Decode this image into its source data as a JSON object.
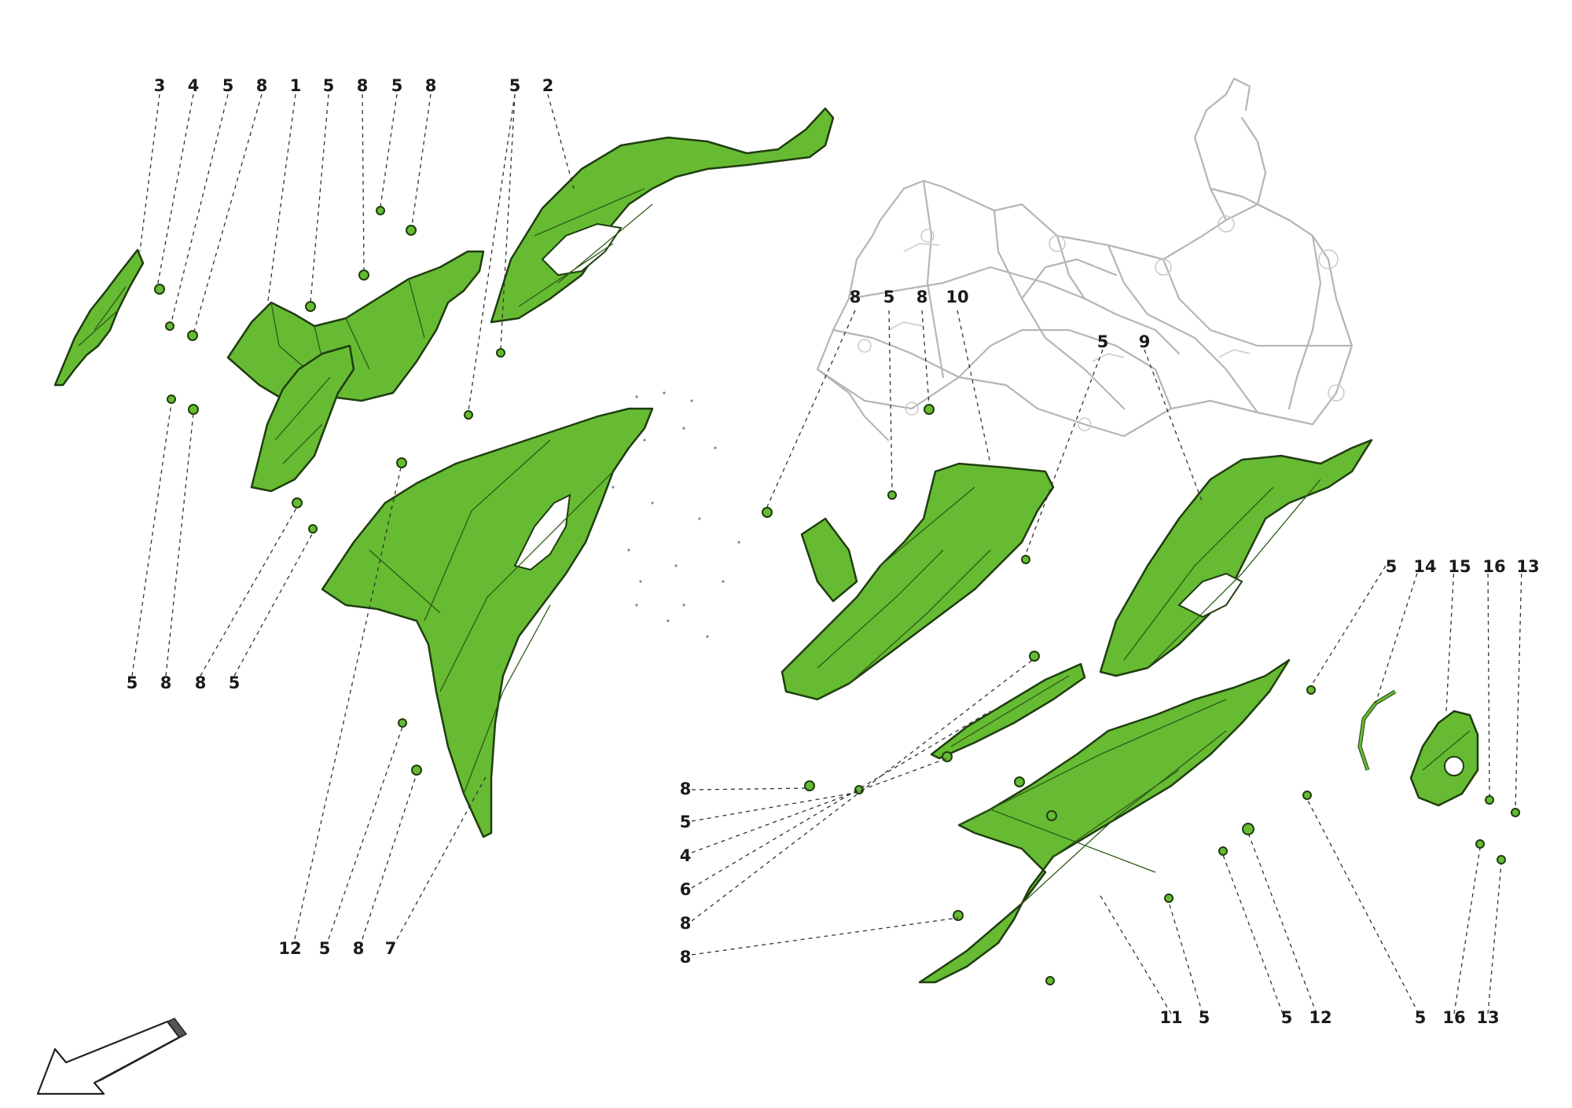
{
  "diagram": {
    "colors": {
      "part_fill": "#66bb33",
      "part_outline": "#1f3d0f",
      "frame_outline": "#b5b5b5",
      "callout_text": "#1a1a1a"
    },
    "icons": {
      "direction_arrow": "arrow-down-left-icon"
    },
    "callouts_top_left": [
      "3",
      "4",
      "5",
      "8",
      "1",
      "5",
      "8",
      "5",
      "8",
      "5",
      "2"
    ],
    "callouts_bottom_left": [
      "5",
      "8",
      "8",
      "5"
    ],
    "callouts_bottom_center": [
      "12",
      "5",
      "8",
      "7"
    ],
    "callouts_frame": [
      "8",
      "5",
      "8",
      "10",
      "5",
      "9"
    ],
    "callouts_right_top": [
      "5",
      "14",
      "15",
      "16",
      "13"
    ],
    "callouts_right_side": [
      "8",
      "5",
      "4",
      "6",
      "8",
      "8"
    ],
    "callouts_bottom_right": [
      "11",
      "5",
      "5",
      "12",
      "5",
      "16",
      "13"
    ]
  }
}
